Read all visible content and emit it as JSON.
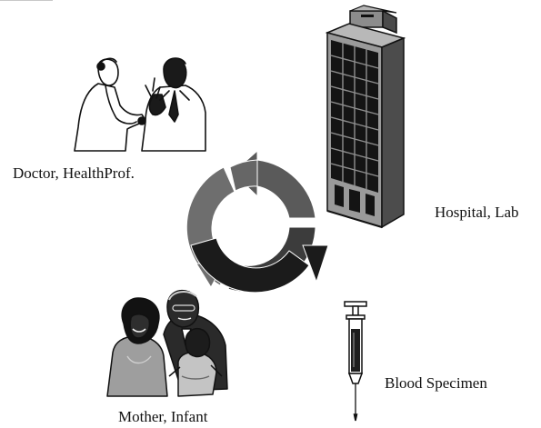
{
  "labels": {
    "doctor": "Doctor, HealthProf.",
    "hospital": "Hospital, Lab",
    "mother": "Mother, Infant",
    "blood": "Blood Specimen"
  },
  "cycle": {
    "arrow_count": 3,
    "colors": [
      "#5a5a5a",
      "#3c3c3c",
      "#1b1b1b"
    ]
  },
  "icons": [
    "doctor-patient-clipart",
    "hospital-building-clipart",
    "family-clipart",
    "syringe-clipart"
  ]
}
